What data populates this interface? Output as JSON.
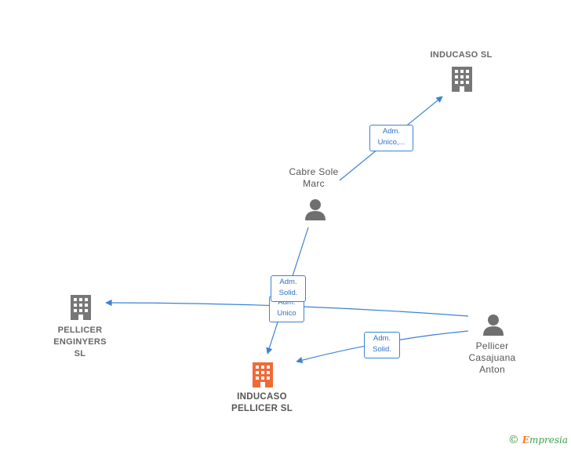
{
  "nodes": {
    "inducaso_sl": {
      "label_lines": [
        "INDUCASO  SL"
      ]
    },
    "cabre_sole_marc": {
      "label_lines": [
        "Cabre Sole",
        "Marc"
      ]
    },
    "pellicer_enginyers": {
      "label_lines": [
        "PELLICER",
        "ENGINYERS",
        "SL"
      ]
    },
    "inducaso_pellicer": {
      "label_lines": [
        "INDUCASO",
        "PELLICER  SL"
      ]
    },
    "pellicer_casajuana": {
      "label_lines": [
        "Pellicer",
        "Casajuana",
        "Anton"
      ]
    }
  },
  "edges": {
    "cabre_to_inducaso": {
      "lines": [
        "Adm.",
        "Unico,..."
      ]
    },
    "cabre_to_pellicer_sl": {
      "lines": [
        "Adm.",
        "Solid."
      ]
    },
    "anton_to_enginyers": {
      "lines": [
        "Adm.",
        "Unico"
      ]
    },
    "anton_to_pellicer_sl": {
      "lines": [
        "Adm.",
        "Solid."
      ]
    }
  },
  "colors": {
    "edge": "#3b82d6",
    "company": "#777777",
    "main_company": "#f06a35",
    "person": "#6f6f6f"
  },
  "brand": {
    "copyright": "©",
    "name_initial": "E",
    "name_rest": "mpresia"
  }
}
